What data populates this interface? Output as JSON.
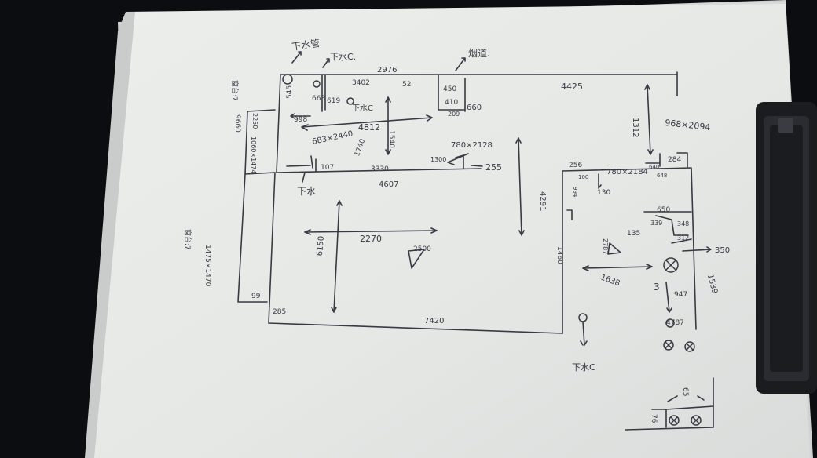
{
  "colors": {
    "background": "#0c0d10",
    "paper": "#e9ebe8",
    "ink": "#3a3a44",
    "clip": "#1b1c20"
  },
  "labels": {
    "top_left_note": "下水管",
    "water_top_a": "下水C.",
    "top_dim_a": "2976",
    "top_dim_b": "3402",
    "flue_note": "烟道.",
    "right_top_dim": "4425",
    "dim_545": "545",
    "dim_663": "663",
    "dim_619": "619",
    "water_mid": "下水C",
    "dim_52": "52",
    "dim_450": "450",
    "dim_410": "410",
    "dim_209": "209",
    "dim_660": "660",
    "dim_998": "998",
    "dim_4812": "4812",
    "dim_1540": "1540",
    "dim_1312": "1312",
    "window_968": "968×2094",
    "window_683": "683×2440",
    "dim_1740": "1740",
    "window_780_2128": "780×2128",
    "dim_1300": "1300",
    "dim_255": "255",
    "dim_107": "107",
    "dim_3330": "3330",
    "dim_4607": "4607",
    "dim_4291": "4291",
    "water_lower": "下水",
    "dim_256": "256",
    "dim_100": "100",
    "window_780_2184": "780×2184",
    "dim_130": "130",
    "dim_284": "284",
    "dim_640": "640",
    "dim_648": "648",
    "dim_994": "994",
    "dim_650": "650",
    "dim_339": "339",
    "dim_348": "348",
    "dim_312": "312",
    "dim_135": "135",
    "dim_2270": "2270",
    "dim_6150": "6150",
    "dim_2500": "2500",
    "dim_1460": "1460",
    "dim_2787": "2787",
    "dim_350": "350",
    "dim_1638": "1638",
    "dim_1539": "1539",
    "dim_947": "947",
    "dim_3": "3",
    "dim_4787": "4787",
    "dim_7420": "7420",
    "dim_9660": "9660",
    "dim_2250": "2250",
    "left_side_a": "窗台:7",
    "left_side_b": "1060×1474",
    "left_side_c": "窗台:7",
    "left_side_d": "1475×1470",
    "dim_99": "99",
    "dim_285": "285",
    "water_bottom": "下水C",
    "dim_65": "65",
    "dim_76": "76"
  }
}
